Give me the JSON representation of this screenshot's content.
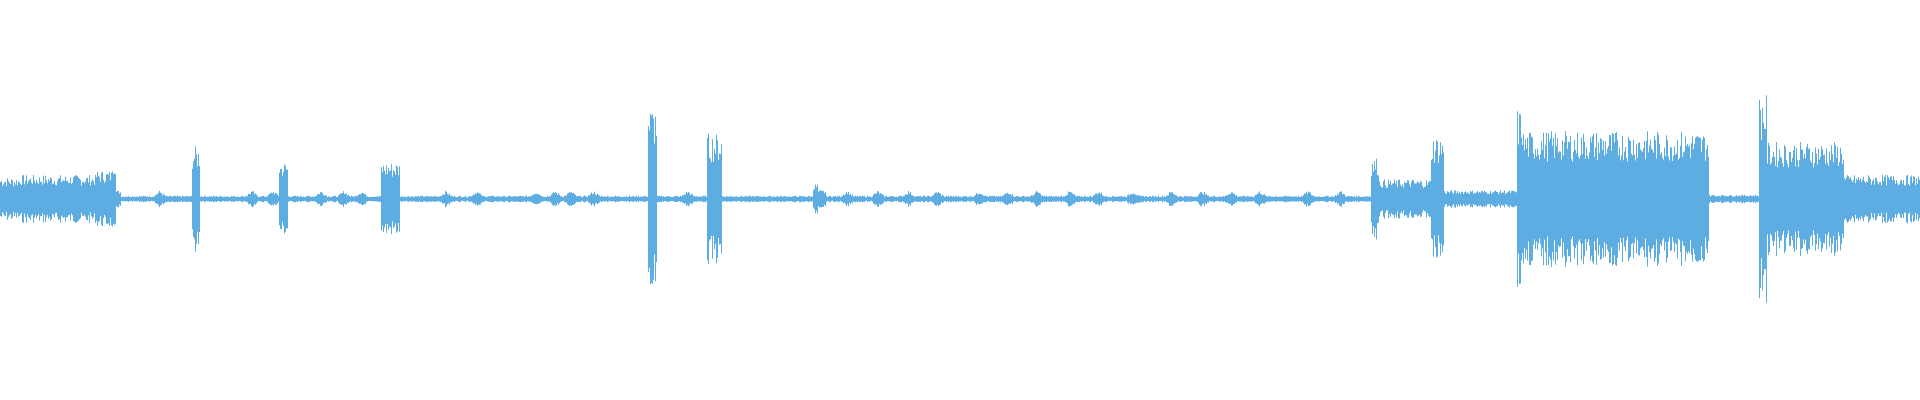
{
  "waveform": {
    "color": "#5dade2",
    "background": "#ffffff",
    "amplitude_segments": [
      {
        "t0": 0.0,
        "t1": 0.01,
        "a": 0.2
      },
      {
        "t0": 0.01,
        "t1": 0.05,
        "a": 0.22
      },
      {
        "t0": 0.05,
        "t1": 0.058,
        "a": 0.26
      },
      {
        "t0": 0.058,
        "t1": 0.06,
        "a": 0.4
      },
      {
        "t0": 0.06,
        "t1": 0.063,
        "a": 0.08
      },
      {
        "t0": 0.063,
        "t1": 0.1,
        "a": 0.03
      },
      {
        "t0": 0.1,
        "t1": 0.104,
        "a": 0.48
      },
      {
        "t0": 0.104,
        "t1": 0.145,
        "a": 0.03
      },
      {
        "t0": 0.145,
        "t1": 0.15,
        "a": 0.34
      },
      {
        "t0": 0.15,
        "t1": 0.198,
        "a": 0.03
      },
      {
        "t0": 0.198,
        "t1": 0.208,
        "a": 0.34
      },
      {
        "t0": 0.208,
        "t1": 0.337,
        "a": 0.03
      },
      {
        "t0": 0.337,
        "t1": 0.342,
        "a": 0.85
      },
      {
        "t0": 0.342,
        "t1": 0.368,
        "a": 0.03
      },
      {
        "t0": 0.368,
        "t1": 0.376,
        "a": 0.6
      },
      {
        "t0": 0.376,
        "t1": 0.423,
        "a": 0.03
      },
      {
        "t0": 0.423,
        "t1": 0.426,
        "a": 0.14
      },
      {
        "t0": 0.426,
        "t1": 0.43,
        "a": 0.08
      },
      {
        "t0": 0.43,
        "t1": 0.714,
        "a": 0.03
      },
      {
        "t0": 0.714,
        "t1": 0.718,
        "a": 0.38
      },
      {
        "t0": 0.718,
        "t1": 0.745,
        "a": 0.18
      },
      {
        "t0": 0.745,
        "t1": 0.752,
        "a": 0.58
      },
      {
        "t0": 0.752,
        "t1": 0.79,
        "a": 0.08
      },
      {
        "t0": 0.79,
        "t1": 0.793,
        "a": 0.82
      },
      {
        "t0": 0.793,
        "t1": 0.89,
        "a": 0.62
      },
      {
        "t0": 0.89,
        "t1": 0.916,
        "a": 0.04
      },
      {
        "t0": 0.916,
        "t1": 0.92,
        "a": 0.95
      },
      {
        "t0": 0.92,
        "t1": 0.96,
        "a": 0.52
      },
      {
        "t0": 0.96,
        "t1": 1.0,
        "a": 0.22
      }
    ],
    "blip_positions": [
      0.083,
      0.131,
      0.142,
      0.167,
      0.179,
      0.188,
      0.232,
      0.248,
      0.279,
      0.289,
      0.297,
      0.309,
      0.358,
      0.441,
      0.457,
      0.473,
      0.488,
      0.51,
      0.525,
      0.54,
      0.557,
      0.572,
      0.59,
      0.61,
      0.626,
      0.641,
      0.656,
      0.681,
      0.698,
      0.77,
      0.776,
      0.783
    ],
    "blip_amplitude": 0.06
  }
}
